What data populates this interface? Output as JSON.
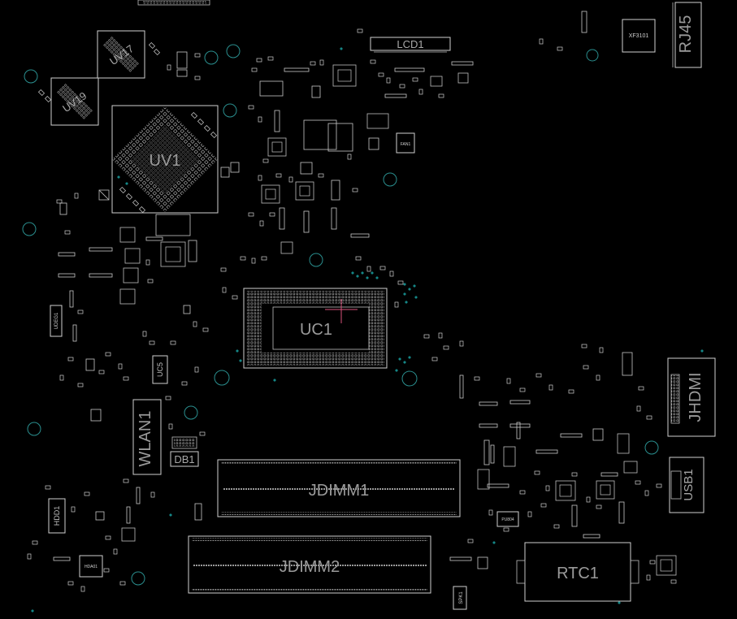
{
  "board": {
    "background": "#000000",
    "outline_color": "#cfcfcf",
    "via_color": "#1aa6a6",
    "marker_color": "#d8527a"
  },
  "labels": {
    "uv1": "UV1",
    "uv17": "UV17",
    "uv19": "UV19",
    "uc1": "UC1",
    "lcd1": "LCD1",
    "xf3101": "XF3101",
    "rj45": "RJ45",
    "jhdmi": "JHDMI",
    "usb1": "USB1",
    "wlan1": "WLAN1",
    "db1": "DB1",
    "jdimm1": "JDIMM1",
    "jdimm2": "JDIMM2",
    "rtc1": "RTC1",
    "hdd1": "HDD1",
    "spk1": "SPK1",
    "udeg1": "UDEG1",
    "uc5": "UC5",
    "fan1": "FAN1",
    "ua601": "HDA01",
    "pu804": "PU804"
  }
}
